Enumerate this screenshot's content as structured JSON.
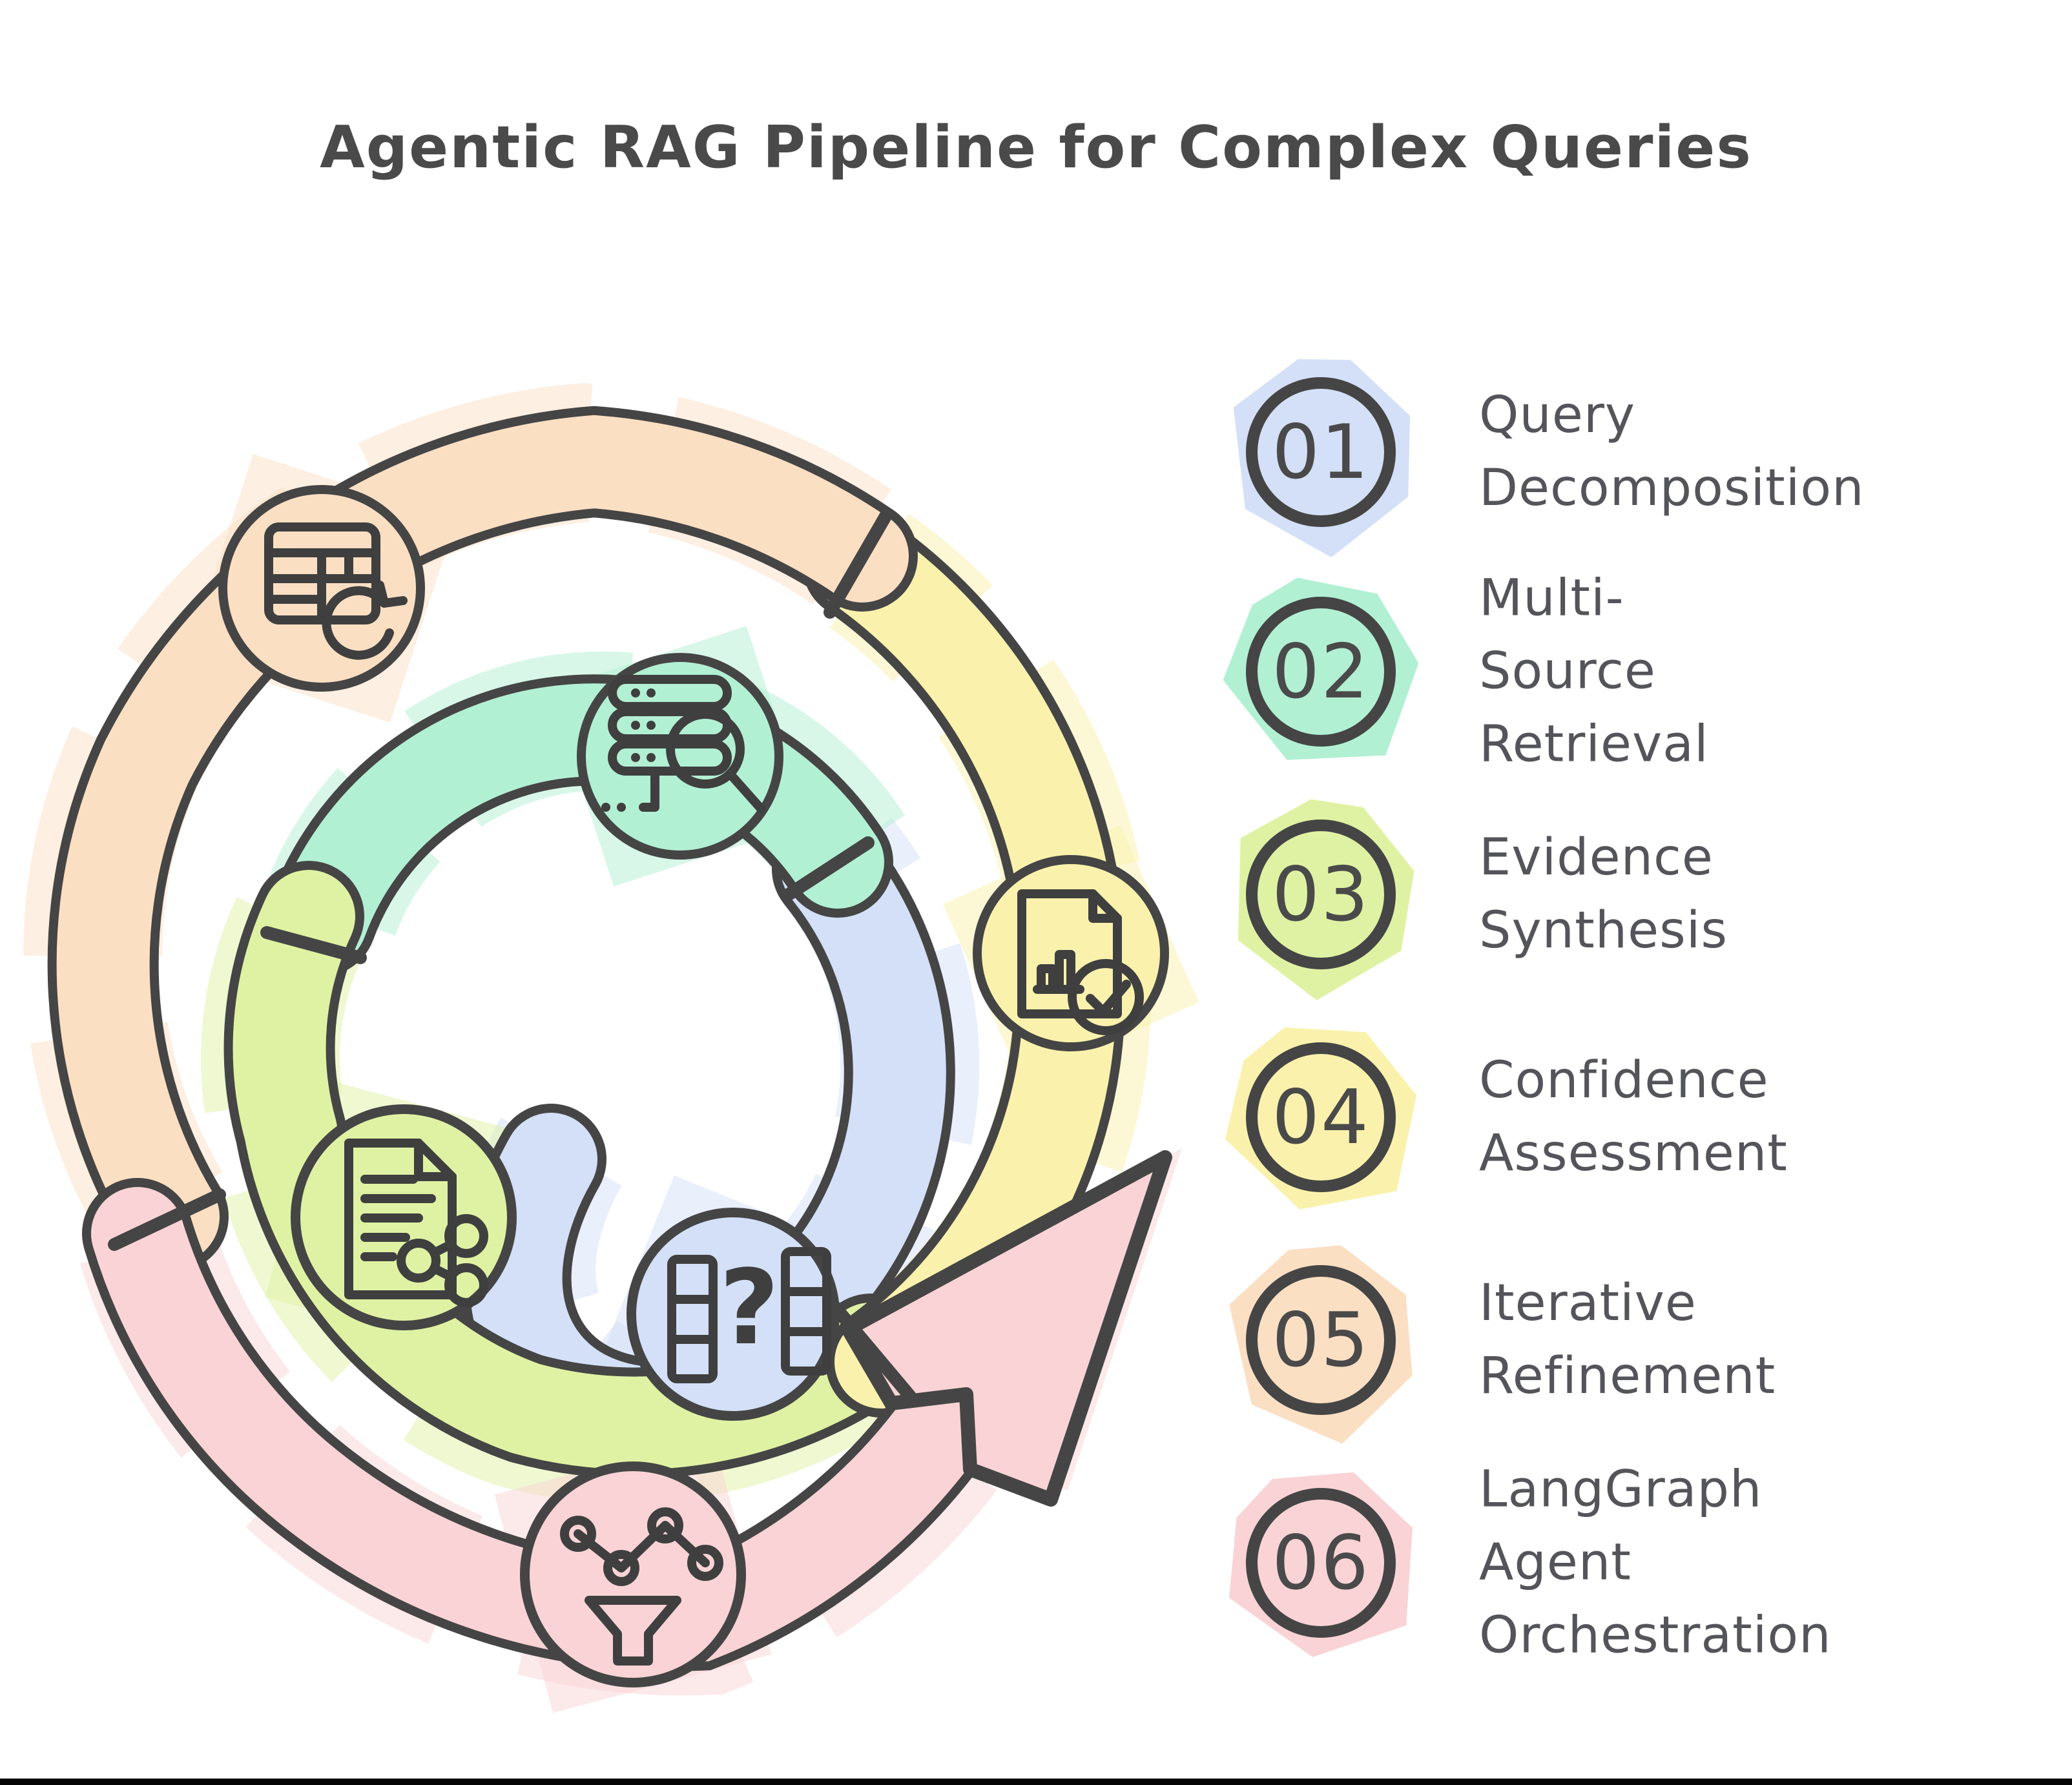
{
  "title": "Agentic RAG Pipeline for Complex Queries",
  "colors": {
    "outline": "#454545",
    "icon": "#3f3f3f",
    "label": "#54545b",
    "title": "#4a4a4a",
    "step1": "#d3e0f7",
    "step2": "#b2f0d3",
    "step3": "#dff2a3",
    "step4": "#faf2ac",
    "step5": "#fbdfc3",
    "step6": "#f9d3d5"
  },
  "steps": [
    {
      "number": "01",
      "line1": "Query Decomposition",
      "line2": "",
      "name": "Query Decomposition",
      "icon": "question-columns",
      "color": "#d3e0f7"
    },
    {
      "number": "02",
      "line1": "Multi-Source",
      "line2": "Retrieval",
      "name": "Multi-Source Retrieval",
      "icon": "server-search",
      "color": "#b2f0d3"
    },
    {
      "number": "03",
      "line1": "Evidence Synthesis",
      "line2": "",
      "name": "Evidence Synthesis",
      "icon": "document-share",
      "color": "#dff2a3"
    },
    {
      "number": "04",
      "line1": "Confidence",
      "line2": "Assessment",
      "name": "Confidence Assessment",
      "icon": "document-check",
      "color": "#faf2ac"
    },
    {
      "number": "05",
      "line1": "Iterative Refinement",
      "line2": "",
      "name": "Iterative Refinement",
      "icon": "table-refresh",
      "color": "#fbdfc3"
    },
    {
      "number": "06",
      "line1": "LangGraph Agent",
      "line2": "Orchestration",
      "name": "LangGraph Agent Orchestration",
      "icon": "graph-funnel",
      "color": "#f9d3d5"
    }
  ],
  "diagram": {
    "type": "spiral-flow",
    "direction": "center-outward, counterclockwise, exits with arrow at right",
    "glyph_question": "?"
  }
}
